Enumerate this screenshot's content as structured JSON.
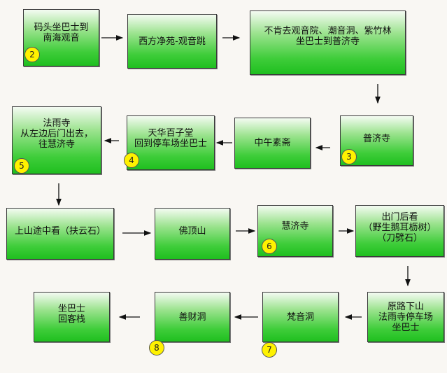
{
  "steps": [
    {
      "label": "码头坐巴士到\n南海观音",
      "badge": "2"
    },
    {
      "label": "西方净苑-观音跳"
    },
    {
      "label": "不肯去观音院、潮音洞、紫竹林\n坐巴士到普济寺"
    },
    {
      "label": "普济寺",
      "badge": "3"
    },
    {
      "label": "中午素斋"
    },
    {
      "label": "天华百子堂\n回到停车场坐巴士",
      "badge": "4"
    },
    {
      "label": "法雨寺\n从左边后门出去，\n往慧济寺",
      "badge": "5"
    },
    {
      "label": "上山途中看（扶云石）"
    },
    {
      "label": "佛顶山"
    },
    {
      "label": "慧济寺",
      "badge": "6"
    },
    {
      "label": "出门后看\n（野生鹅耳枥树）\n（刀劈石）"
    },
    {
      "label": "原路下山\n法雨寺停车场\n坐巴士"
    },
    {
      "label": "梵音洞",
      "badge": "7"
    },
    {
      "label": "善财洞",
      "badge": "8"
    },
    {
      "label": "坐巴士\n回客栈"
    }
  ]
}
